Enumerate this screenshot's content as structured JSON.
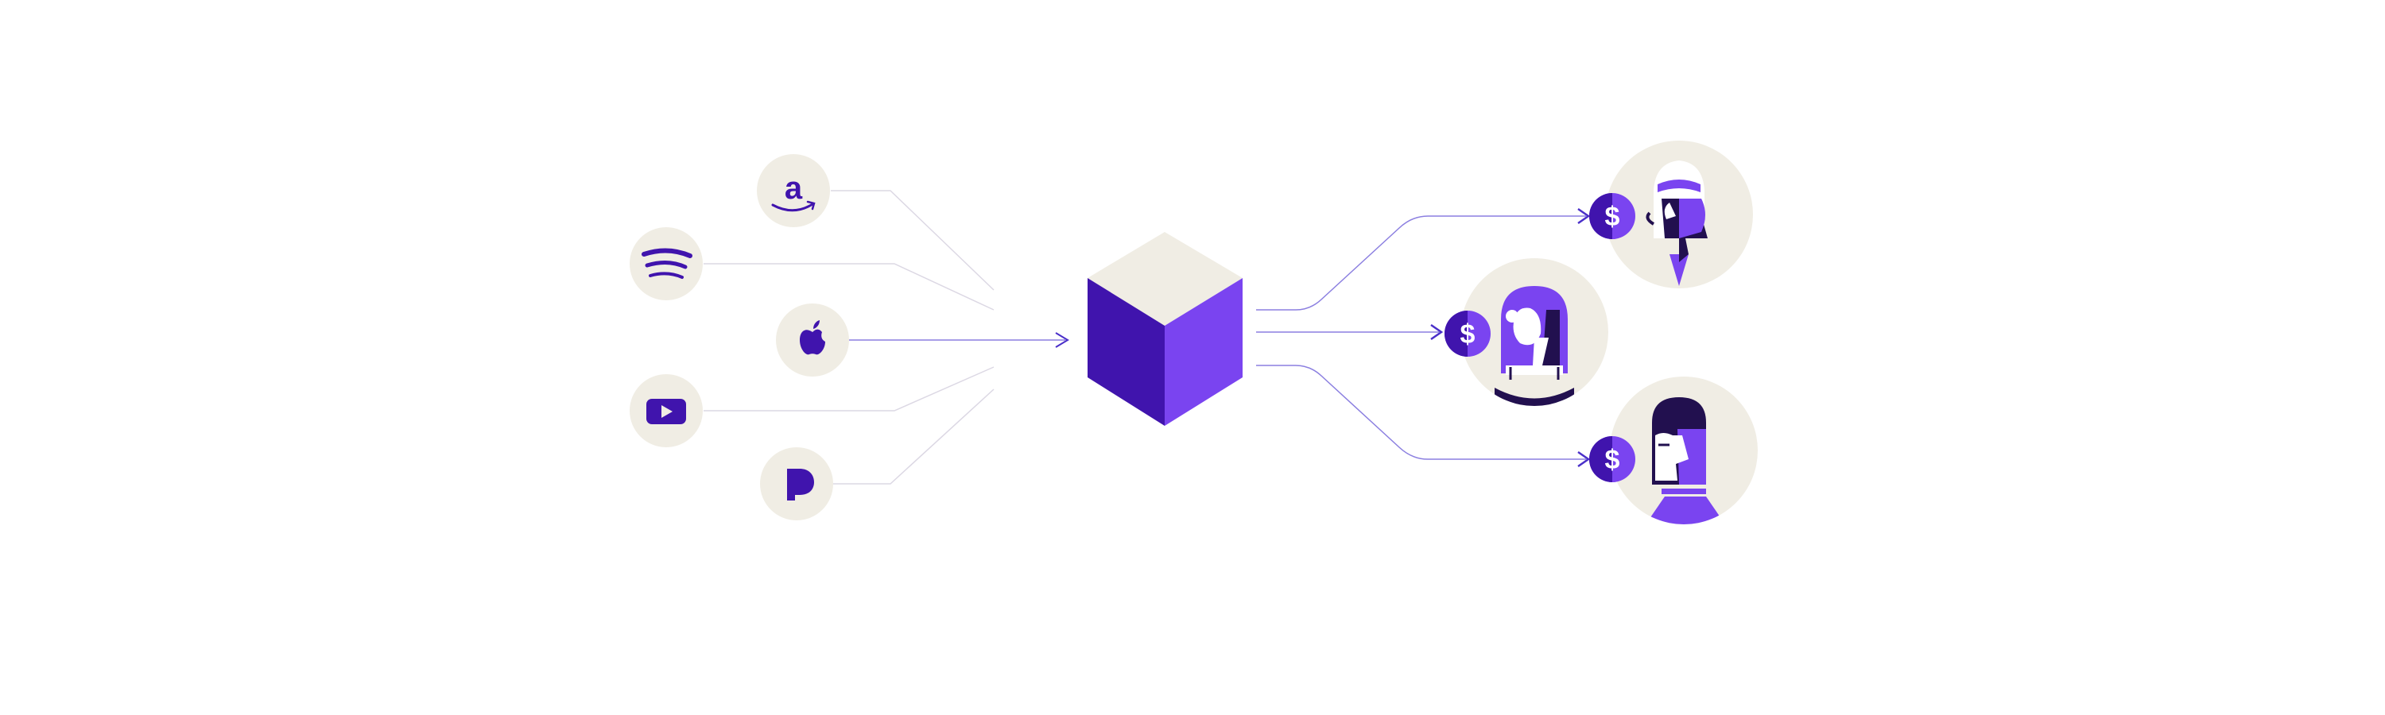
{
  "colors": {
    "background": "#ffffff",
    "circle_fill": "#f0ede4",
    "purple_light": "#7a44f0",
    "purple_dark": "#4014ad",
    "purple_deep": "#22104f",
    "line": "#c9c4dd",
    "arrow": "#4a2fc9"
  },
  "diagram": {
    "sources": [
      {
        "id": "amazon",
        "icon": "amazon-icon"
      },
      {
        "id": "spotify",
        "icon": "spotify-icon"
      },
      {
        "id": "apple",
        "icon": "apple-icon"
      },
      {
        "id": "youtube",
        "icon": "youtube-icon"
      },
      {
        "id": "pandora",
        "icon": "pandora-icon"
      }
    ],
    "hub": {
      "icon": "cube-icon"
    },
    "recipients": [
      {
        "id": "recipient-1",
        "payment_symbol": "$"
      },
      {
        "id": "recipient-2",
        "payment_symbol": "$"
      },
      {
        "id": "recipient-3",
        "payment_symbol": "$"
      }
    ]
  }
}
